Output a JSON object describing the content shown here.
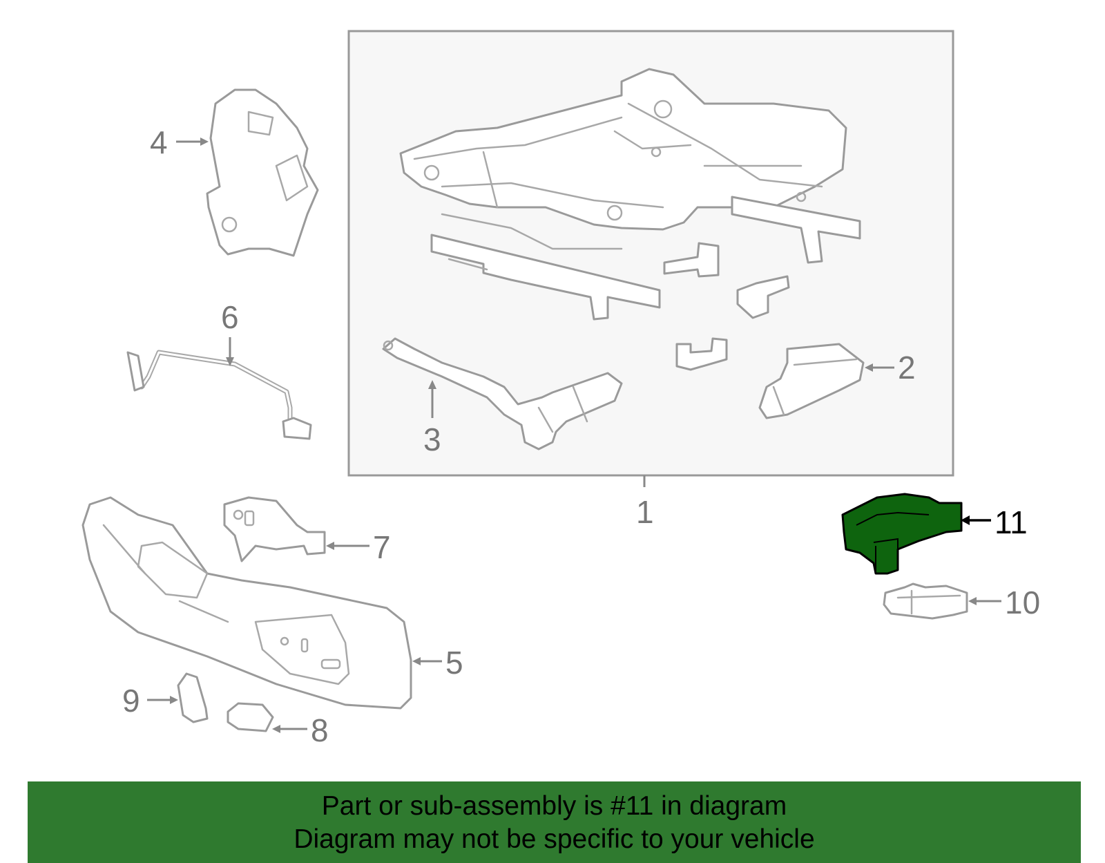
{
  "diagram": {
    "callouts": {
      "c1": "1",
      "c2": "2",
      "c3": "3",
      "c4": "4",
      "c5": "5",
      "c6": "6",
      "c7": "7",
      "c8": "8",
      "c9": "9",
      "c10": "10",
      "c11": "11"
    },
    "highlighted_part": "11",
    "colors": {
      "highlight_fill": "#0e640e",
      "banner_fill": "#2f7a2f",
      "inset_fill": "#f7f7f7",
      "part_outline": "#9a9a9a"
    }
  },
  "banner": {
    "line1": "Part or sub-assembly is #11 in diagram",
    "line2": "Diagram may not be specific to your vehicle"
  }
}
